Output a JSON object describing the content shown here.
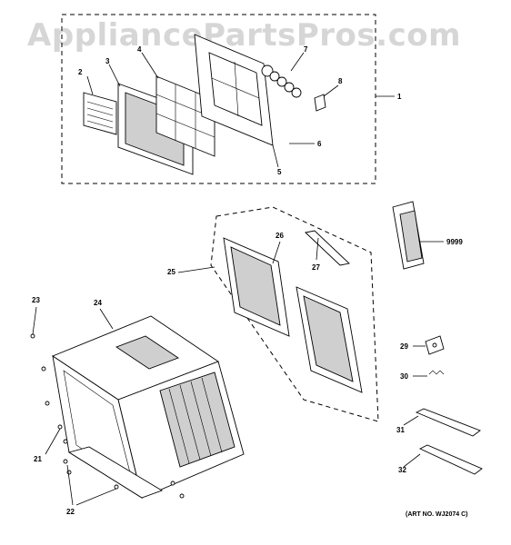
{
  "watermark": "AppliancePartsPros.com",
  "art_number": "(ART NO. WJ2074 C)",
  "callouts": {
    "c1": "1",
    "c2": "2",
    "c3": "3",
    "c4": "4",
    "c5": "5",
    "c6": "6",
    "c7": "7",
    "c8": "8",
    "c9999": "9999",
    "c21": "21",
    "c22": "22",
    "c23": "23",
    "c24": "24",
    "c25": "25",
    "c26": "26",
    "c27": "27",
    "c29": "29",
    "c30": "30",
    "c31": "31",
    "c32": "32"
  }
}
